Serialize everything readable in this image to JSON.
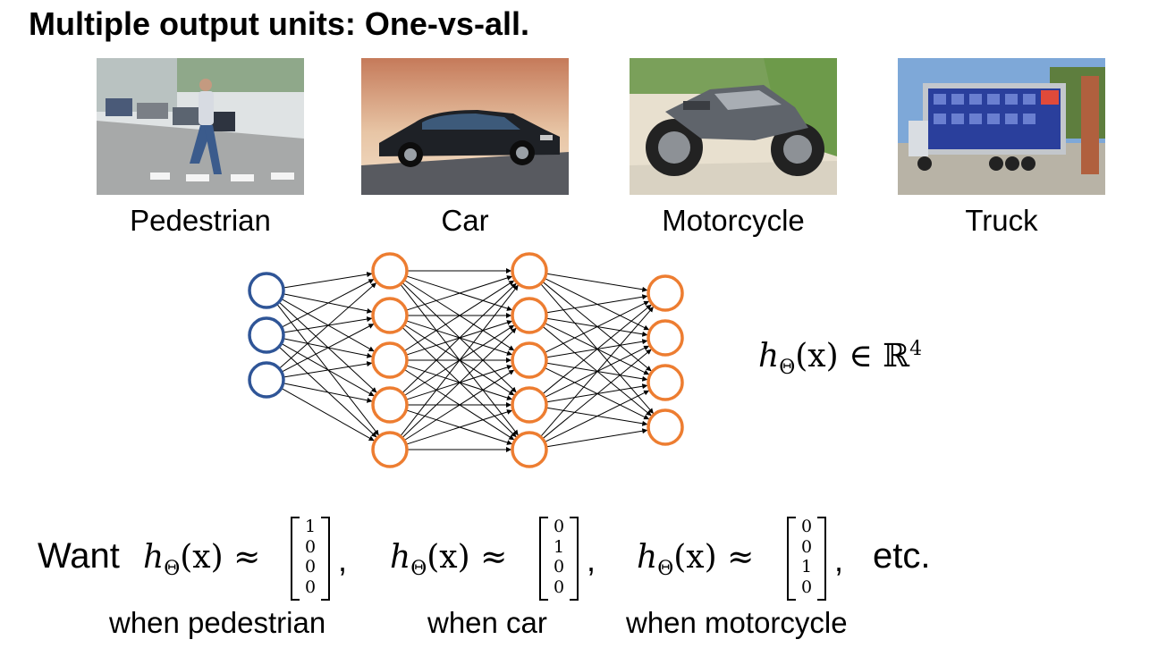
{
  "title": "Multiple output units: One-vs-all.",
  "classes": [
    {
      "label": "Pedestrian"
    },
    {
      "label": "Car"
    },
    {
      "label": "Motorcycle"
    },
    {
      "label": "Truck"
    }
  ],
  "network": {
    "layer_sizes": [
      3,
      5,
      5,
      4
    ],
    "layer_colors": [
      "#2f5597",
      "#ed7d31",
      "#ed7d31",
      "#ed7d31"
    ]
  },
  "hypothesis": {
    "lhs": "h",
    "subscript": "Θ",
    "arg": "(x)",
    "op": "∈",
    "space": "ℝ",
    "exponent": "4"
  },
  "want": {
    "prefix": "Want",
    "expr_lhs": "h",
    "expr_sub": "Θ",
    "expr_arg": "(x)",
    "expr_op": "≈",
    "suffix": "etc.",
    "targets": [
      {
        "vector": [
          1,
          0,
          0,
          0
        ],
        "when": "when pedestrian"
      },
      {
        "vector": [
          0,
          1,
          0,
          0
        ],
        "when": "when car"
      },
      {
        "vector": [
          0,
          0,
          1,
          0
        ],
        "when": "when motorcycle"
      }
    ]
  }
}
